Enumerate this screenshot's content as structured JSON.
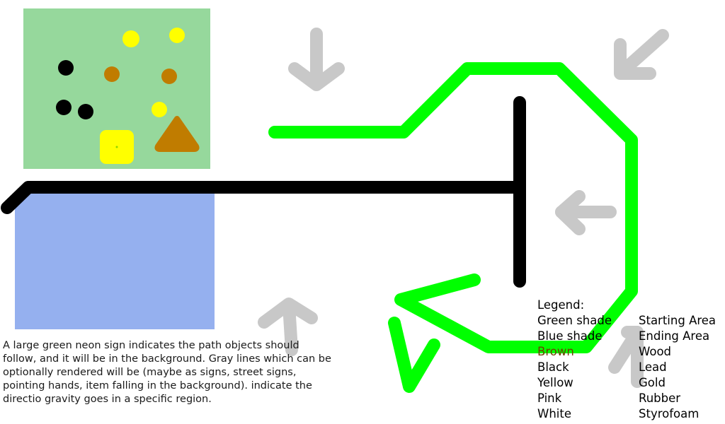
{
  "caption": "A large green neon sign indicates the path objects should follow, and it will be in the background. Gray lines which can be optionally rendered will be (maybe as signs, street signs, pointing hands, item falling in the background). indicate the directio gravity goes in a specific region.",
  "legend": {
    "title": "Legend:",
    "items": [
      {
        "color_name": "Green shade",
        "meaning": "Starting Area"
      },
      {
        "color_name": "Blue shade",
        "meaning": "Ending Area"
      },
      {
        "color_name": "Brown",
        "meaning": "Wood"
      },
      {
        "color_name": "Black",
        "meaning": "Lead"
      },
      {
        "color_name": "Yellow",
        "meaning": "Gold"
      },
      {
        "color_name": "Pink",
        "meaning": "Rubber"
      },
      {
        "color_name": "White",
        "meaning": "Styrofoam"
      }
    ]
  },
  "colors": {
    "starting_area": "#96d89c",
    "ending_area": "#95b0ef",
    "neon_path": "#00ff00",
    "wall": "#000000",
    "gravity_arrow": "#c8c8c8",
    "wood": "#c07c00",
    "gold": "#ffff00",
    "lead": "#000000"
  }
}
